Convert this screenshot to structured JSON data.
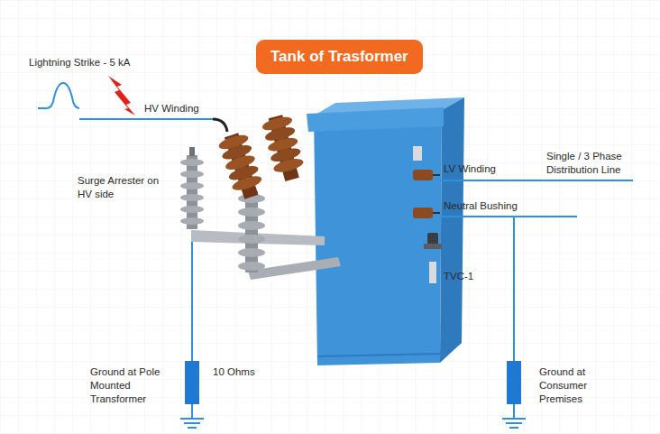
{
  "diagram": {
    "title": "Tank of Trasformer",
    "labels": [
      "Lightning Strike - 5 kA",
      "HV Winding",
      "Surge Arrester on HV side",
      "LV Winding",
      "Single / 3 Phase Distribution Line",
      "Neutral Bushing",
      "TVC-1",
      "Ground at Pole Mounted Transformer",
      "10 Ohms",
      "Ground at Consumer Premises"
    ]
  }
}
